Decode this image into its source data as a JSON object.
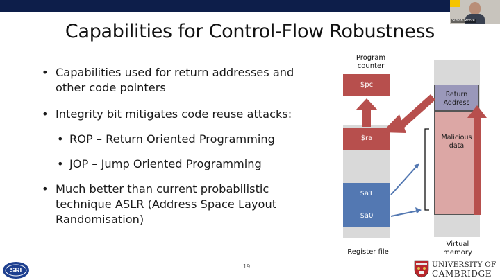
{
  "slide": {
    "title": "Capabilities for Control-Flow Robustness",
    "page_number": "19",
    "bullets": [
      {
        "text": "Capabilities used for return addresses and other code pointers",
        "level": 1
      },
      {
        "text": "Integrity bit mitigates code reuse attacks:",
        "level": 1
      },
      {
        "text": "ROP – Return Oriented Programming",
        "level": 2
      },
      {
        "text": "JOP – Jump Oriented Programming",
        "level": 2
      },
      {
        "text": "Much better than current probabilistic technique ASLR (Address Space Layout Randomisation)",
        "level": 1
      }
    ]
  },
  "diagram": {
    "program_counter_label": "Program counter",
    "registers": {
      "pc": "$pc",
      "ra": "$ra",
      "a1": "$a1",
      "a0": "$a0"
    },
    "register_file_label": "Register file",
    "memory": {
      "return_address": "Return Address",
      "malicious_data": "Malicious data",
      "label": "Virtual memory"
    }
  },
  "video": {
    "caption": "Simon Moore"
  },
  "logos": {
    "sri": "SRI International",
    "university_line1": "UNIVERSITY OF",
    "university_line2": "CAMBRIDGE"
  },
  "colors": {
    "topbar": "#0d1e4a",
    "red_box": "#b74f4d",
    "blue_box": "#5378b2",
    "malicious": "#dca7a5",
    "return_addr": "#9a98ba"
  }
}
